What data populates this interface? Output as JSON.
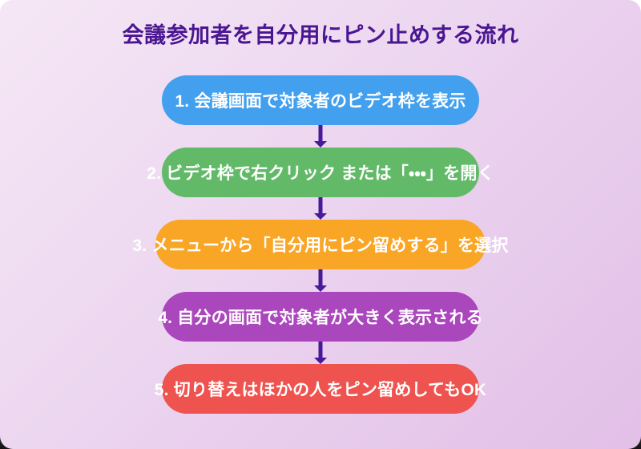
{
  "background": {
    "gradient_start": "#f5e7f5",
    "gradient_end": "#e2bfe7"
  },
  "card": {
    "title": "会議参加者を自分用にピン止めする流れ",
    "title_color": "#4a1691"
  },
  "flow": {
    "arrow_color": "#481a99",
    "steps": [
      {
        "label": "1. 会議画面で対象者のビデオ枠を表示",
        "color": "#42a0ee",
        "wide": false
      },
      {
        "label": "2. ビデオ枠で右クリック または「・・・」を開く",
        "color": "#62ba68",
        "wide": false
      },
      {
        "label": "3. メニューから「自分用にピン留めする」を選択",
        "color": "#f9a525",
        "wide": true
      },
      {
        "label": "4. 自分の画面で対象者が大きく表示される",
        "color": "#ab47bc",
        "wide": false
      },
      {
        "label": "5. 切り替えはほかの人をピン留めしてもOK",
        "color": "#ee534f",
        "wide": false
      }
    ]
  }
}
